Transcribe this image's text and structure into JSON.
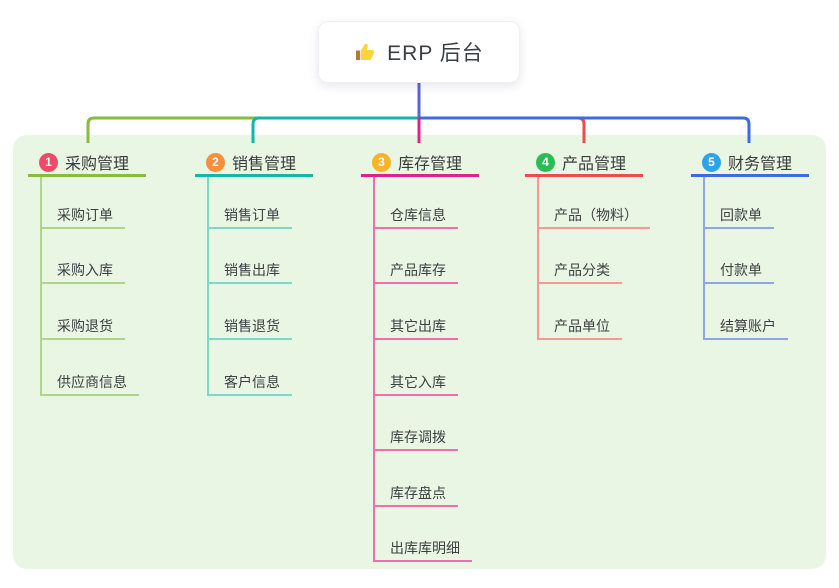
{
  "root": {
    "label": "ERP 后台",
    "icon": "thumbs-up-icon"
  },
  "colors": {
    "root_line": "#5a64d4",
    "canvas_bg": "#e9f6e3",
    "thumb_hand": "#fdd43c",
    "thumb_cuff": "#b07a3a"
  },
  "branches": [
    {
      "badge": "1",
      "label": "采购管理",
      "badge_color": "#f0496a",
      "line_color": "#85bd3f",
      "child_line_color": "#aed68b",
      "children": [
        "采购订单",
        "采购入库",
        "采购退货",
        "供应商信息"
      ]
    },
    {
      "badge": "2",
      "label": "销售管理",
      "badge_color": "#f98f3d",
      "line_color": "#13b7a6",
      "child_line_color": "#7fd7c9",
      "children": [
        "销售订单",
        "销售出库",
        "销售退货",
        "客户信息"
      ]
    },
    {
      "badge": "3",
      "label": "库存管理",
      "badge_color": "#f9b32a",
      "line_color": "#e1218b",
      "child_line_color": "#ef6fad",
      "children": [
        "仓库信息",
        "产品库存",
        "其它出库",
        "其它入库",
        "库存调拨",
        "库存盘点",
        "出库库明细"
      ]
    },
    {
      "badge": "4",
      "label": "产品管理",
      "badge_color": "#2abd55",
      "line_color": "#f04a4a",
      "child_line_color": "#f59a92",
      "children": [
        "产品（物料）",
        "产品分类",
        "产品单位"
      ]
    },
    {
      "badge": "5",
      "label": "财务管理",
      "badge_color": "#2ca4e8",
      "line_color": "#3c6ae0",
      "child_line_color": "#8ea6e4",
      "children": [
        "回款单",
        "付款单",
        "结算账户"
      ]
    }
  ]
}
